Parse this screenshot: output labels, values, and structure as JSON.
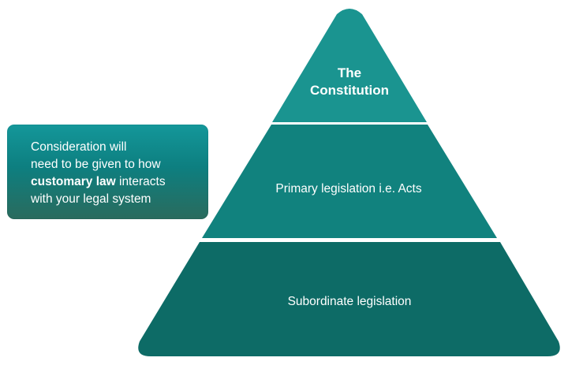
{
  "note": {
    "line1": "Consideration will",
    "line2": "need to be given to how",
    "line3_bold": "customary law",
    "line3_rest": " interacts",
    "line4": "with your legal system"
  },
  "pyramid": {
    "tiers": [
      {
        "label_line1": "The",
        "label_line2": "Constitution",
        "color": "#1a9490"
      },
      {
        "label": "Primary legislation i.e. Acts",
        "color": "#11827e"
      },
      {
        "label": "Subordinate legislation",
        "color": "#0d6b66"
      }
    ],
    "separator_color": "#ffffff"
  }
}
